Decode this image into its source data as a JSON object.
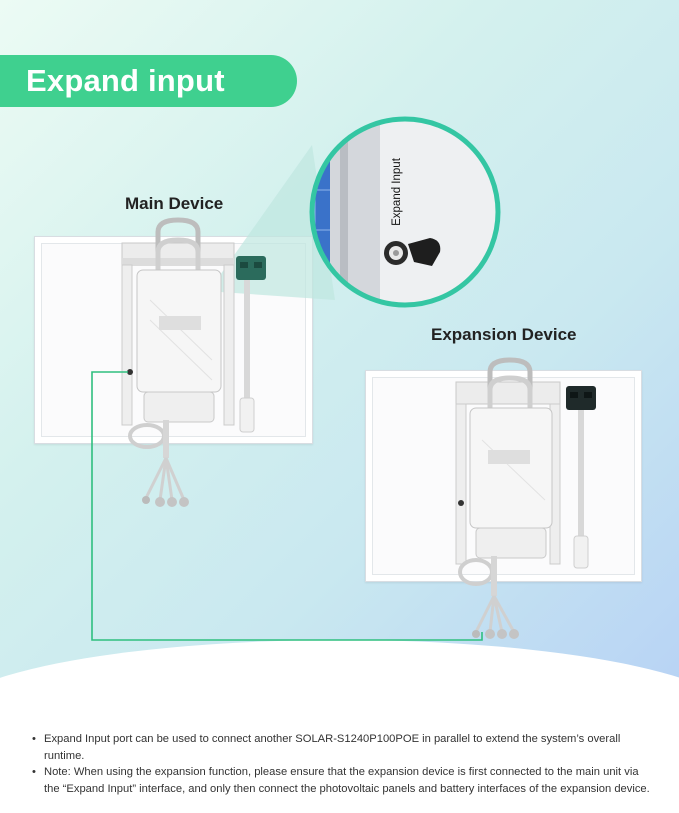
{
  "title": "Expand input",
  "labels": {
    "main_device": "Main Device",
    "expansion_device": "Expansion Device",
    "expand_port": "Expand Input"
  },
  "notes": [
    "Expand Input port can be used to connect another SOLAR-S1240P100POE in parallel to extend the system’s overall runtime.",
    "Note: When using the expansion function, please ensure that the expansion device is first connected to the main unit via the “Expand Input” interface, and only then connect the photovoltaic panels and battery interfaces of the expansion device."
  ],
  "colors": {
    "accent_green": "#3fd08f",
    "cable_green": "#2fbf7f",
    "zoom_ring": "#34c6a3"
  },
  "icons": [
    "solar-panel-icon",
    "junction-box-icon",
    "connector-plug-icon"
  ]
}
